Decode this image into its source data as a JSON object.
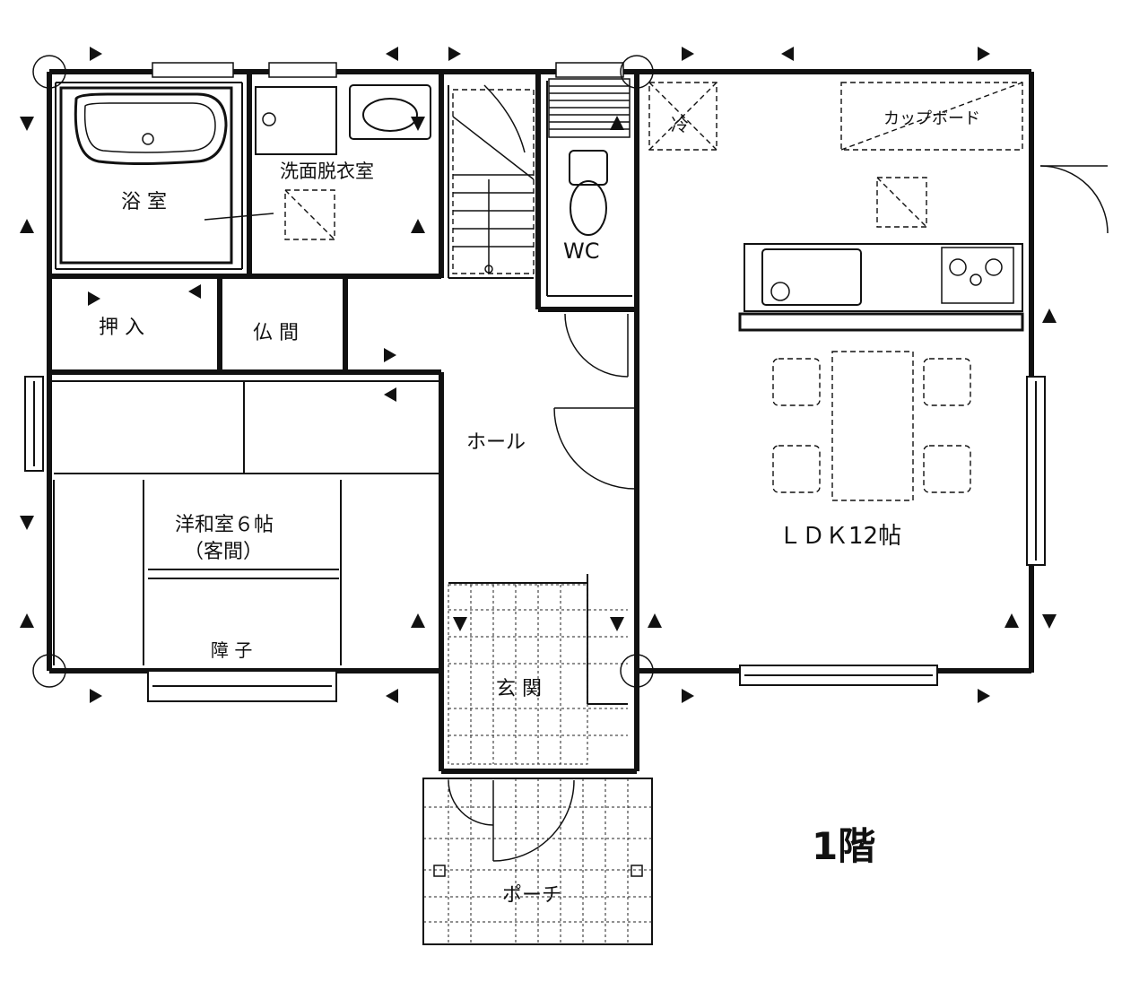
{
  "floor_label": "1階",
  "rooms": {
    "bath": "浴 室",
    "washroom": "洗面脱衣室",
    "wc": "WC",
    "closet": "押 入",
    "butsuma": "仏 間",
    "hall": "ホール",
    "ldk": "ＬＤＫ12帖",
    "washitsu_line1": "洋和室６帖",
    "washitsu_line2": "（客間）",
    "shoji": "障 子",
    "entrance": "玄 関",
    "porch": "ポーチ",
    "cupboard": "カップボード",
    "fridge": "冷"
  }
}
